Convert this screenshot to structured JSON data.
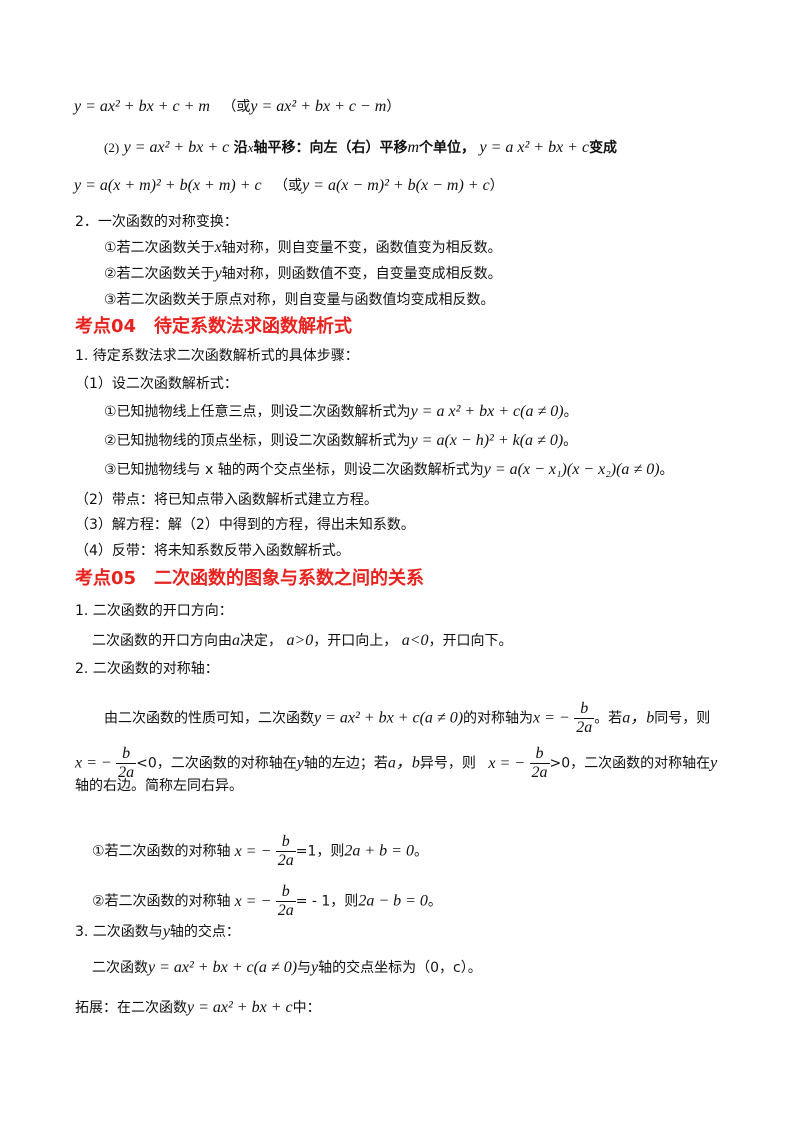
{
  "lines": {
    "l1_eq": "y = ax² + bx + c + m",
    "l1_or": "（或",
    "l1_eq2": "y = ax² + bx + c − m",
    "l1_close": "）",
    "l2_num": "(2)",
    "l2_eq": "y = ax² + bx + c",
    "l2_a": "沿",
    "l2_x": "x",
    "l2_b": "轴平移：向左（右）平移",
    "l2_m": "m",
    "l2_c": "个单位，",
    "l2_eq2": "y = a x² + bx + c",
    "l2_d": "变成",
    "l3_eq": "y = a(x + m)² + b(x + m) + c",
    "l3_or": "（或",
    "l3_eq2": "y = a(x − m)² + b(x − m) + c",
    "l3_close": "）",
    "s2_title": "2．一次函数的对称变换：",
    "s2_i1a": "①若二次函数关于",
    "s2_i1x": "x",
    "s2_i1b": "轴对称，则自变量不变，函数值变为相反数。",
    "s2_i2a": "②若二次函数关于",
    "s2_i2y": "y",
    "s2_i2b": "轴对称，则函数值不变，自变量变成相反数。",
    "s2_i3": "③若二次函数关于原点对称，则自变量与函数值均变成相反数。"
  },
  "h04": "考点04　待定系数法求函数解析式",
  "k04": {
    "p1": "1. 待定系数法求二次函数解析式的具体步骤：",
    "p2": "（1）设二次函数解析式：",
    "i1": "①已知抛物线上任意三点，则设二次函数解析式为",
    "i1m": "y = a x² + bx + c(a ≠ 0)",
    "i1e": "。",
    "i2": "②已知抛物线的顶点坐标，则设二次函数解析式为",
    "i2m": "y = a(x − h)² + k(a ≠ 0)",
    "i2e": "。",
    "i3": "③已知抛物线与 x 轴的两个交点坐标，则设二次函数解析式为",
    "i3m": "y = a(x − x₁)(x − x₂)(a ≠ 0)",
    "i3e": "。",
    "p3": "（2）带点：将已知点带入函数解析式建立方程。",
    "p4": "（3）解方程：解（2）中得到的方程，得出未知系数。",
    "p5": "（4）反带：将未知系数反带入函数解析式。"
  },
  "h05": "考点05　二次函数的图象与系数之间的关系",
  "k05": {
    "s1": "1. 二次函数的开口方向：",
    "s1a": "二次函数的开口方向由",
    "s1b": "a",
    "s1c": "决定，",
    "s1d": "a>0",
    "s1e": "，开口向上，",
    "s1f": "a<0",
    "s1g": "，开口向下。",
    "s2": "2. 二次函数的对称轴：",
    "s2a": "由二次函数的性质可知，二次函数",
    "s2m": "y = ax² + bx + c(a ≠ 0)",
    "s2b": "的对称轴为",
    "s2x": "x = −",
    "frac_num": "b",
    "frac_den": "2a",
    "s2c": "。若",
    "s2d": "a，b",
    "s2e": "同号，则",
    "s3x": "x = −",
    "s3a": "<0，二次函数的对称轴在",
    "s3y": "y",
    "s3b": "轴的左边；若",
    "s3c": "a，b",
    "s3d": "异号，则",
    "s3x2": "x = −",
    "s3e": ">0，二次函数的对称轴在",
    "s3y2": "y",
    "s4": "轴的右边。简称左同右异。",
    "r1a": "①若二次函数的对称轴",
    "r1x": "x = −",
    "r1b": "=1，则",
    "r1m": "2a + b = 0",
    "r1c": "。",
    "r2a": "②若二次函数的对称轴",
    "r2x": "x = −",
    "r2b": "= - 1，则",
    "r2m": "2a − b = 0",
    "r2c": "。",
    "s5": "3. 二次函数与",
    "s5y": "y",
    "s5b": "轴的交点：",
    "s5c": "二次函数",
    "s5m": "y = ax² + bx + c(a ≠ 0)",
    "s5d": "与",
    "s5y2": "y",
    "s5e": "轴的交点坐标为（0，c）。",
    "ext": "拓展：在二次函数",
    "extm": "y = ax² + bx + c",
    "exte": "中："
  }
}
